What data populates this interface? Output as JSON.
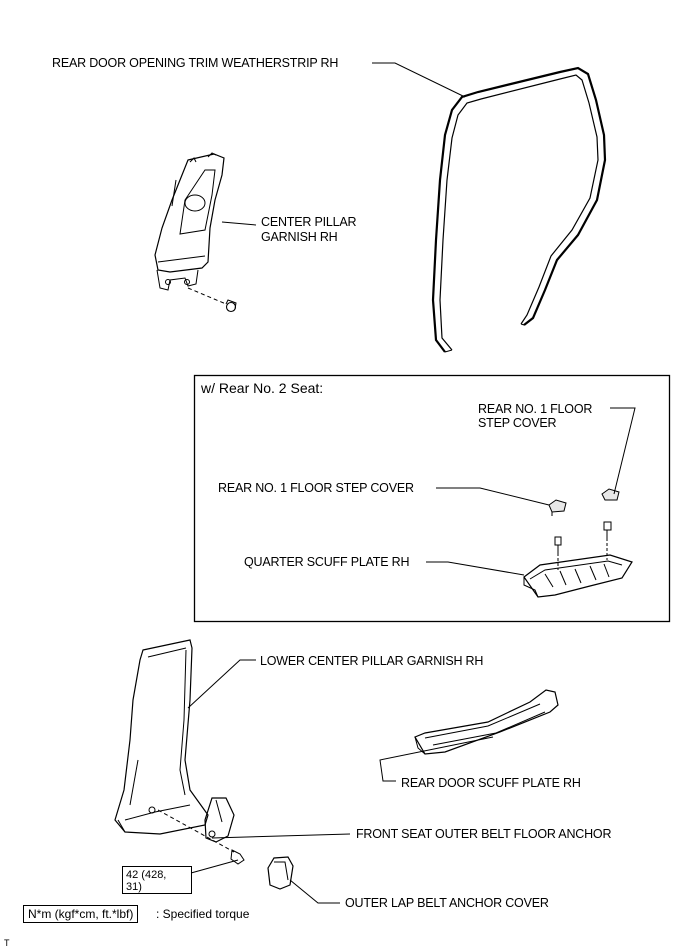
{
  "labels": {
    "weatherstrip": "REAR DOOR OPENING TRIM WEATHERSTRIP RH",
    "center_pillar_1": "CENTER PILLAR",
    "center_pillar_2": "GARNISH RH",
    "inset_title": "w/ Rear No. 2 Seat:",
    "floor_step_cover_right_1": "REAR NO. 1 FLOOR",
    "floor_step_cover_right_2": "STEP COVER",
    "floor_step_cover_left": "REAR NO. 1 FLOOR STEP COVER",
    "quarter_scuff": "QUARTER SCUFF PLATE RH",
    "lower_center_pillar": "LOWER CENTER PILLAR GARNISH RH",
    "rear_door_scuff": "REAR DOOR SCUFF PLATE RH",
    "belt_anchor": "FRONT SEAT OUTER BELT FLOOR ANCHOR",
    "lap_belt_cover": "OUTER LAP BELT ANCHOR COVER"
  },
  "torque": {
    "line1": "42 (428,",
    "line2": "31)"
  },
  "legend": {
    "unit": "N*m (kgf*cm, ft.*lbf)",
    "description": ": Specified torque"
  },
  "corner_mark": "T"
}
